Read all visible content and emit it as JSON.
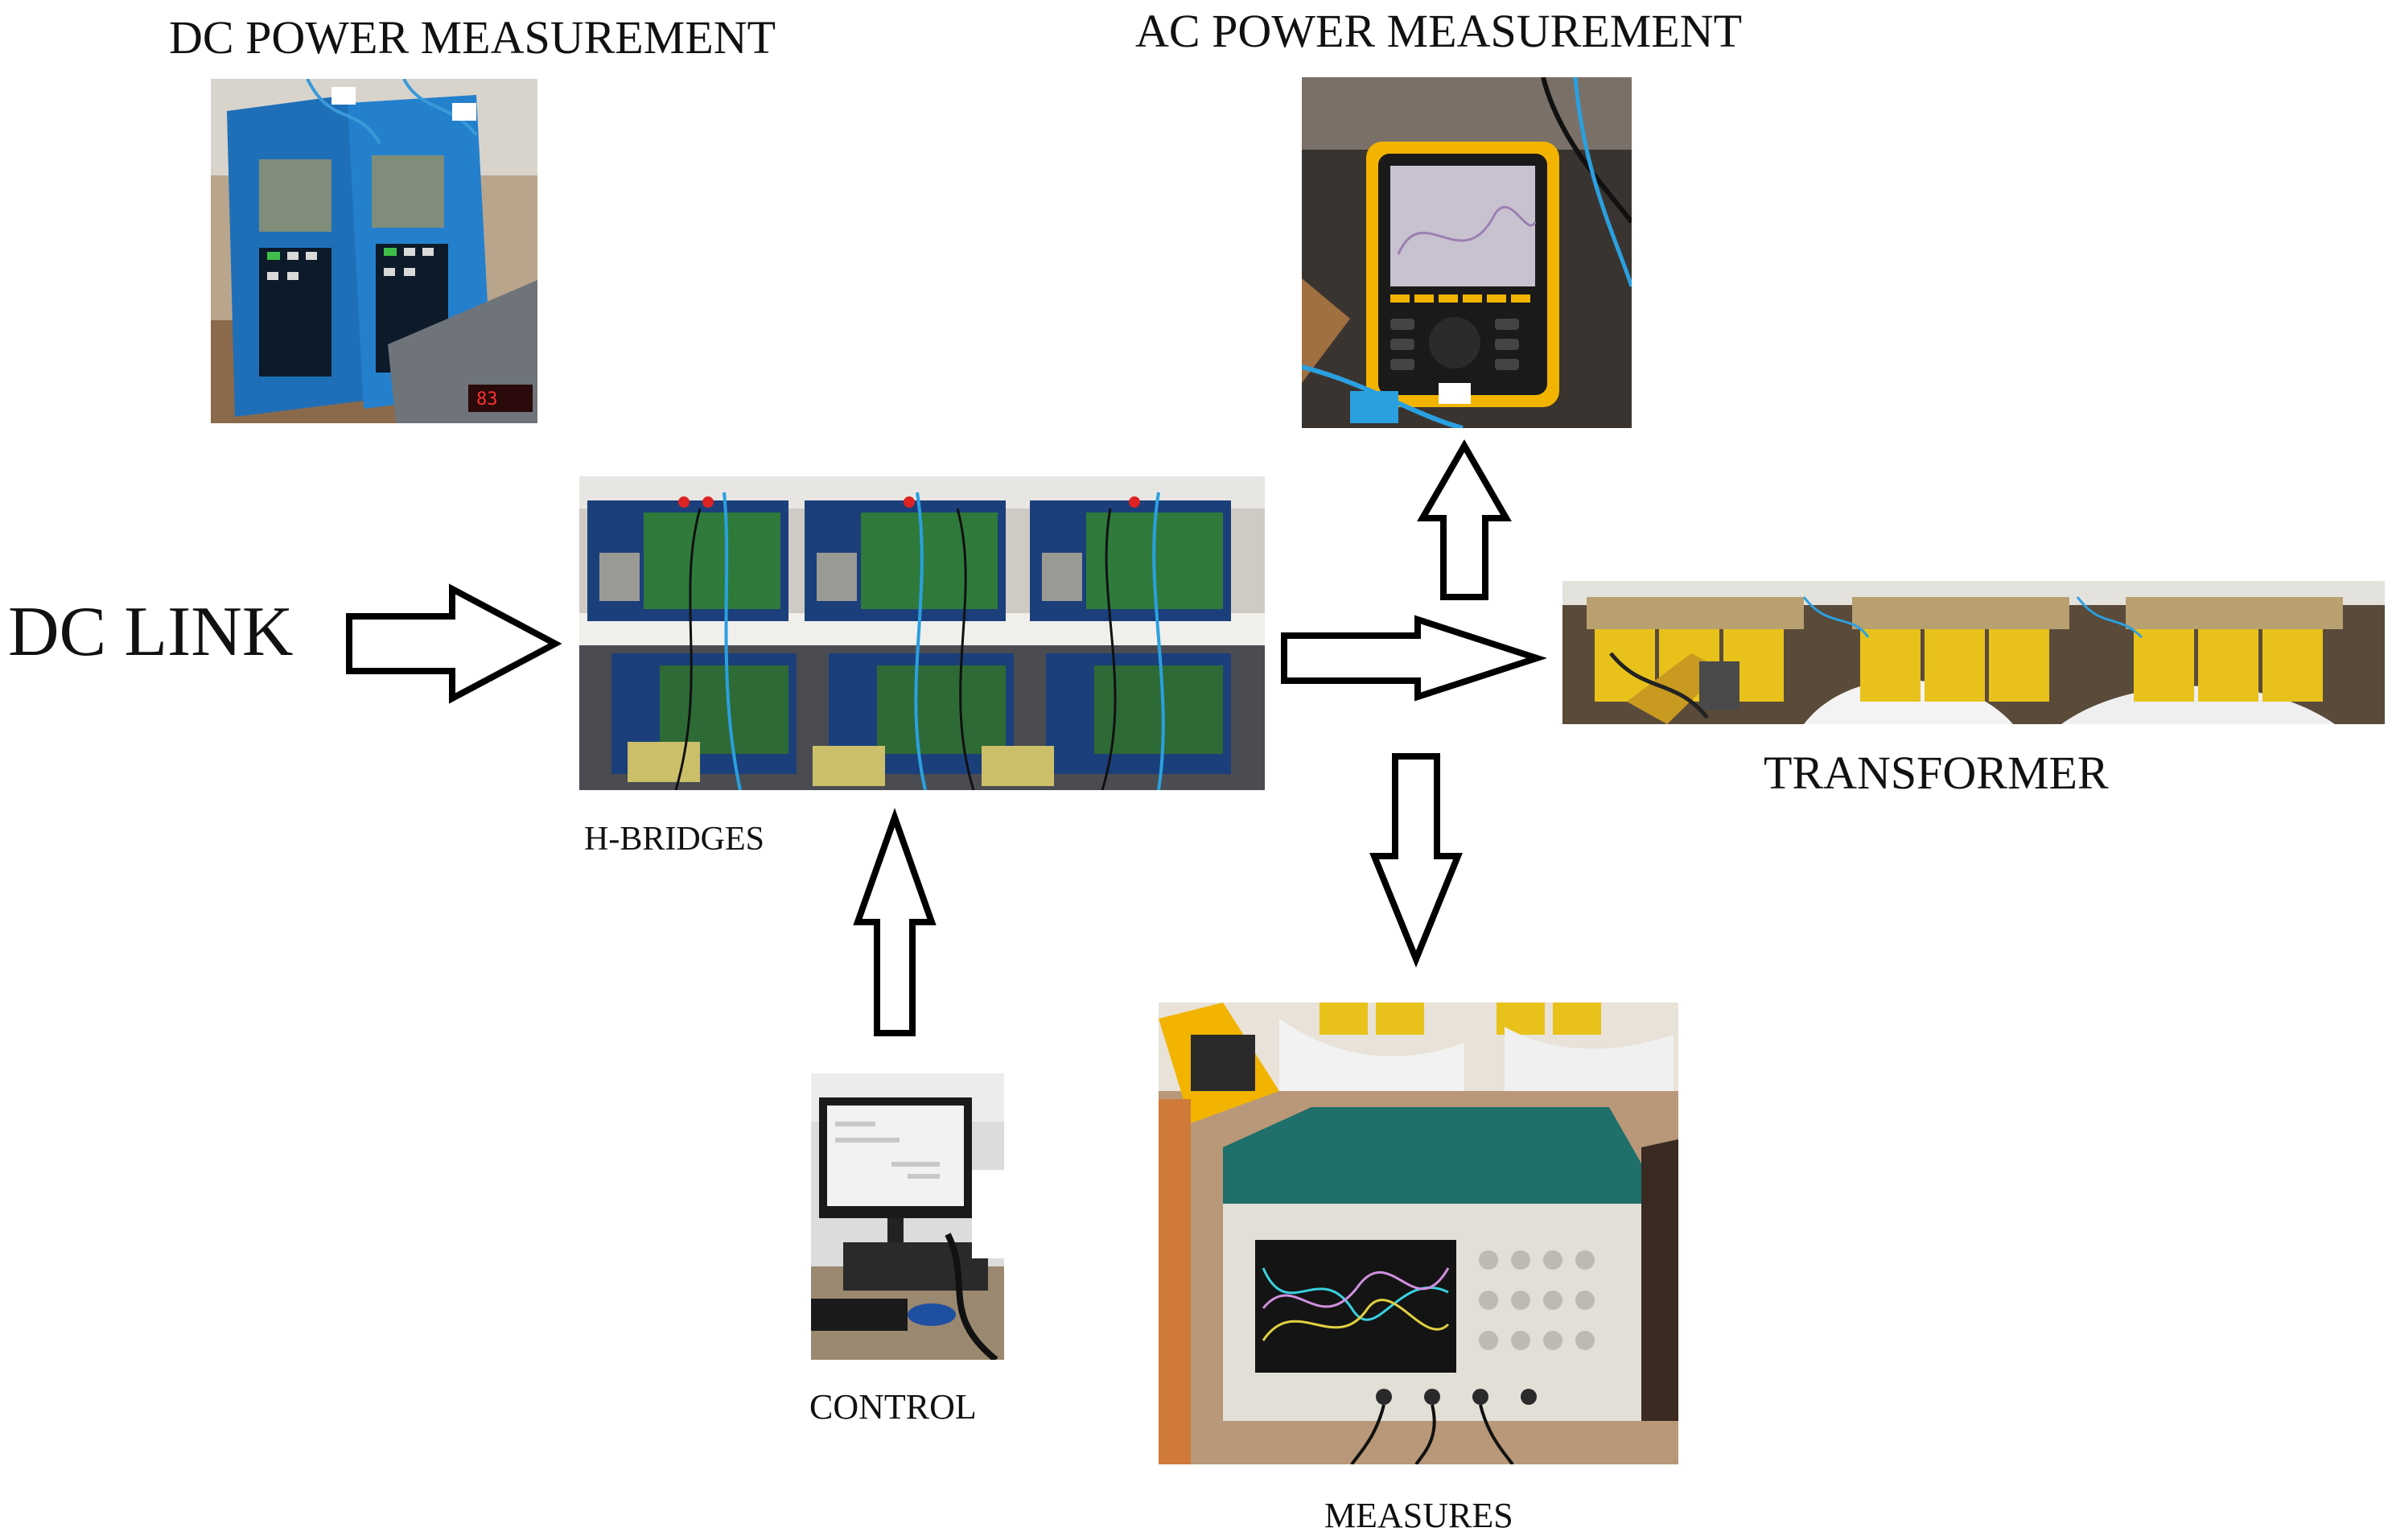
{
  "labels": {
    "dc_power": "DC POWER MEASUREMENT",
    "ac_power": "AC POWER MEASUREMENT",
    "dc_link": "DC LINK",
    "h_bridges": "H-BRIDGES",
    "transformer": "TRANSFORMER",
    "control": "CONTROL",
    "measures": "MEASURES"
  },
  "flow": [
    {
      "from": "DC LINK",
      "to": "H-BRIDGES"
    },
    {
      "from": "CONTROL",
      "to": "H-BRIDGES"
    },
    {
      "from": "H-BRIDGES",
      "to": "TRANSFORMER"
    },
    {
      "from": "H-BRIDGES",
      "to": "AC POWER MEASUREMENT"
    },
    {
      "from": "H-BRIDGES",
      "to": "MEASURES"
    }
  ],
  "colors": {
    "arrow_fill": "#ffffff",
    "arrow_stroke": "#000000",
    "meter_blue": "#1e6fb8",
    "meter_yellow": "#f2b400",
    "board_green": "#2f7a3a",
    "frame_blue": "#1b3f7a",
    "transformer_yellow": "#e8c21a",
    "scope_teal": "#1f6f6a"
  }
}
